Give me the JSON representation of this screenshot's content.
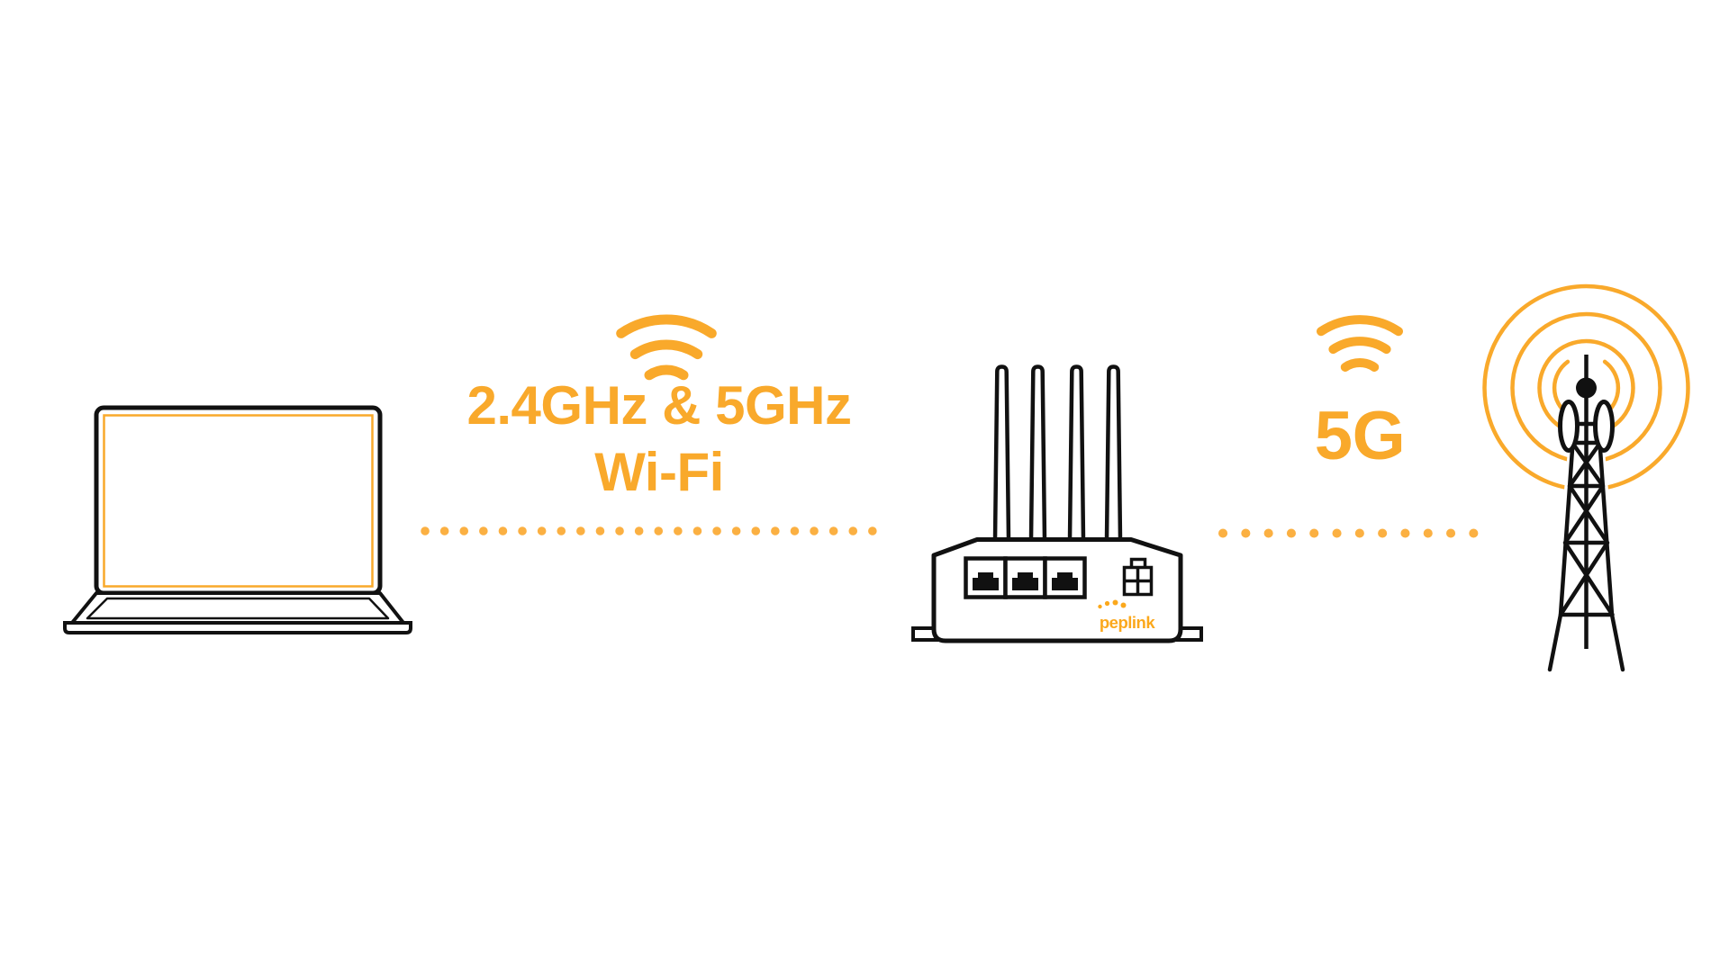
{
  "colors": {
    "background": "#FFFFFF",
    "accent_orange": "#F9A92B",
    "dot_orange": "#FBB042",
    "line_black": "#111111",
    "logo_orange": "#FBA81C"
  },
  "diagram": {
    "devices": {
      "laptop": {
        "type": "laptop"
      },
      "router": {
        "type": "cellular-router",
        "brand_label": "peplink",
        "antenna_count": 4,
        "lan_port_count": 3
      },
      "tower": {
        "type": "5g-cell-tower",
        "radio_ring_count": 4
      }
    },
    "links": {
      "wifi": {
        "icon": "wifi-icon",
        "line_style": "dotted",
        "label_line1": "2.4GHz & 5GHz",
        "label_line2": "Wi-Fi"
      },
      "cellular": {
        "icon": "wifi-icon",
        "line_style": "dotted",
        "label": "5G"
      }
    }
  }
}
